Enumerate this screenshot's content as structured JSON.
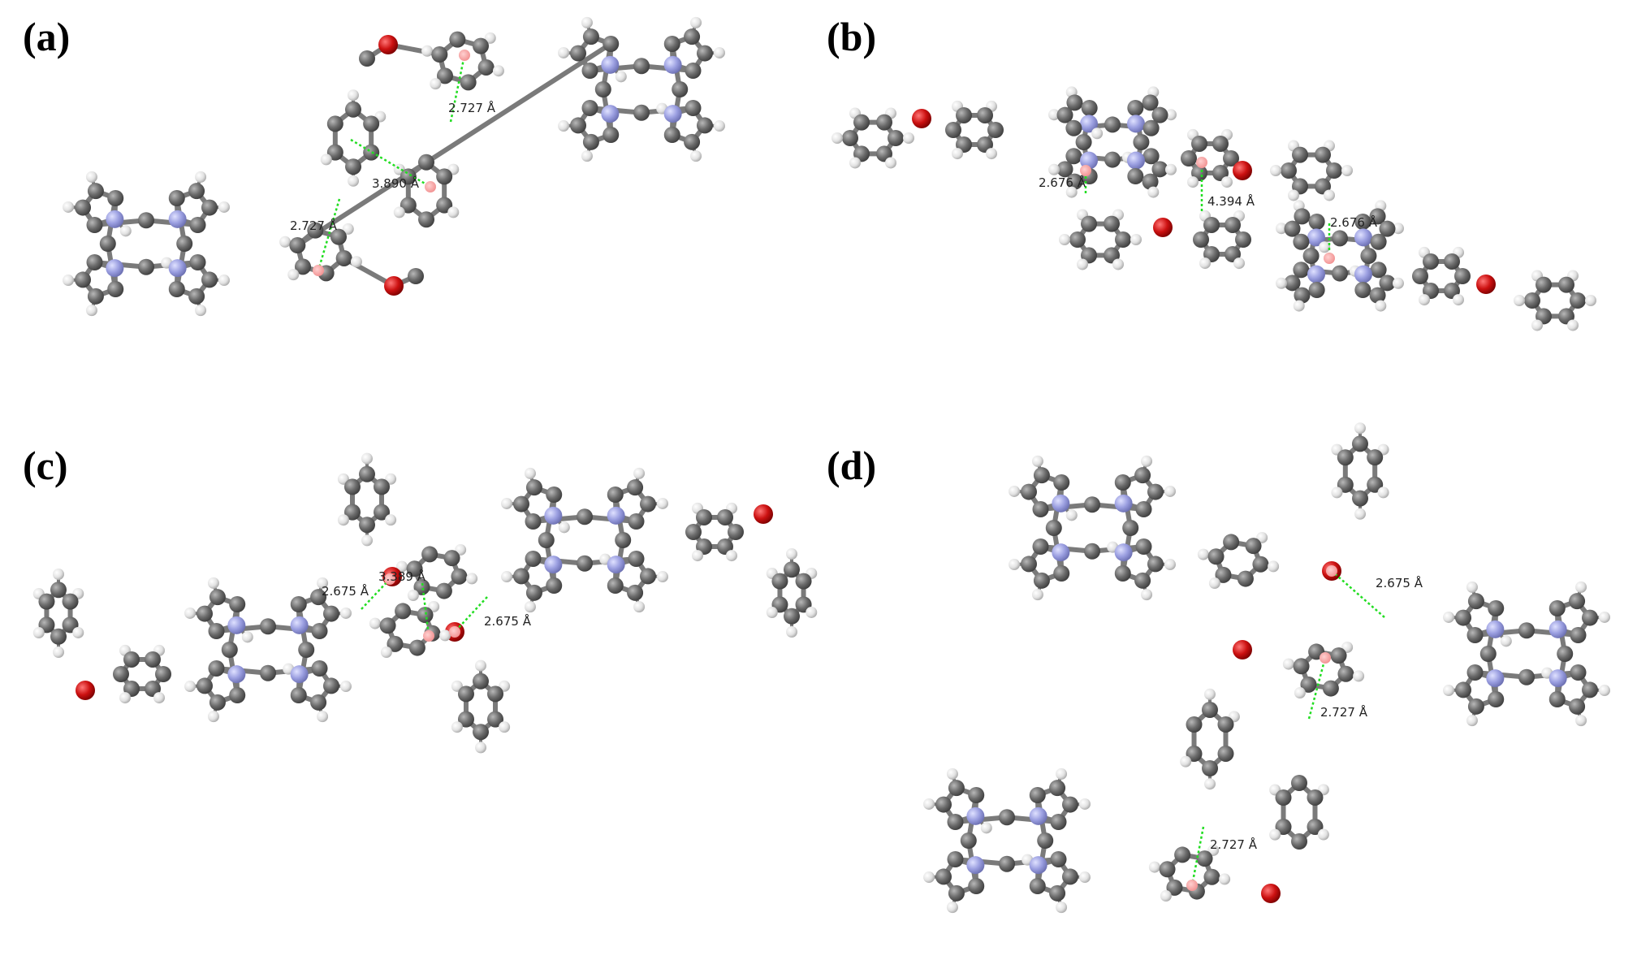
{
  "panels": [
    {
      "id": "a",
      "label": "(a)",
      "distances": [
        "2.727 Å",
        "3.890 Å",
        "2.727 Å"
      ]
    },
    {
      "id": "b",
      "label": "(b)",
      "distances": [
        "2.676 Å",
        "4.394 Å",
        "2.676 Å"
      ]
    },
    {
      "id": "c",
      "label": "(c)",
      "distances": [
        "2.675 Å",
        "3.389 Å",
        "2.675 Å"
      ]
    },
    {
      "id": "d",
      "label": "(d)",
      "distances": [
        "2.675 Å",
        "2.727 Å",
        "2.727 Å"
      ]
    }
  ],
  "atom_colors": {
    "carbon": "#6b6b6b",
    "hydrogen": "#e2e2e2",
    "nitrogen": "#9a9ee0",
    "oxygen": "#cc1111",
    "centroid": "#f08a8a",
    "contact": "#22dd22"
  }
}
